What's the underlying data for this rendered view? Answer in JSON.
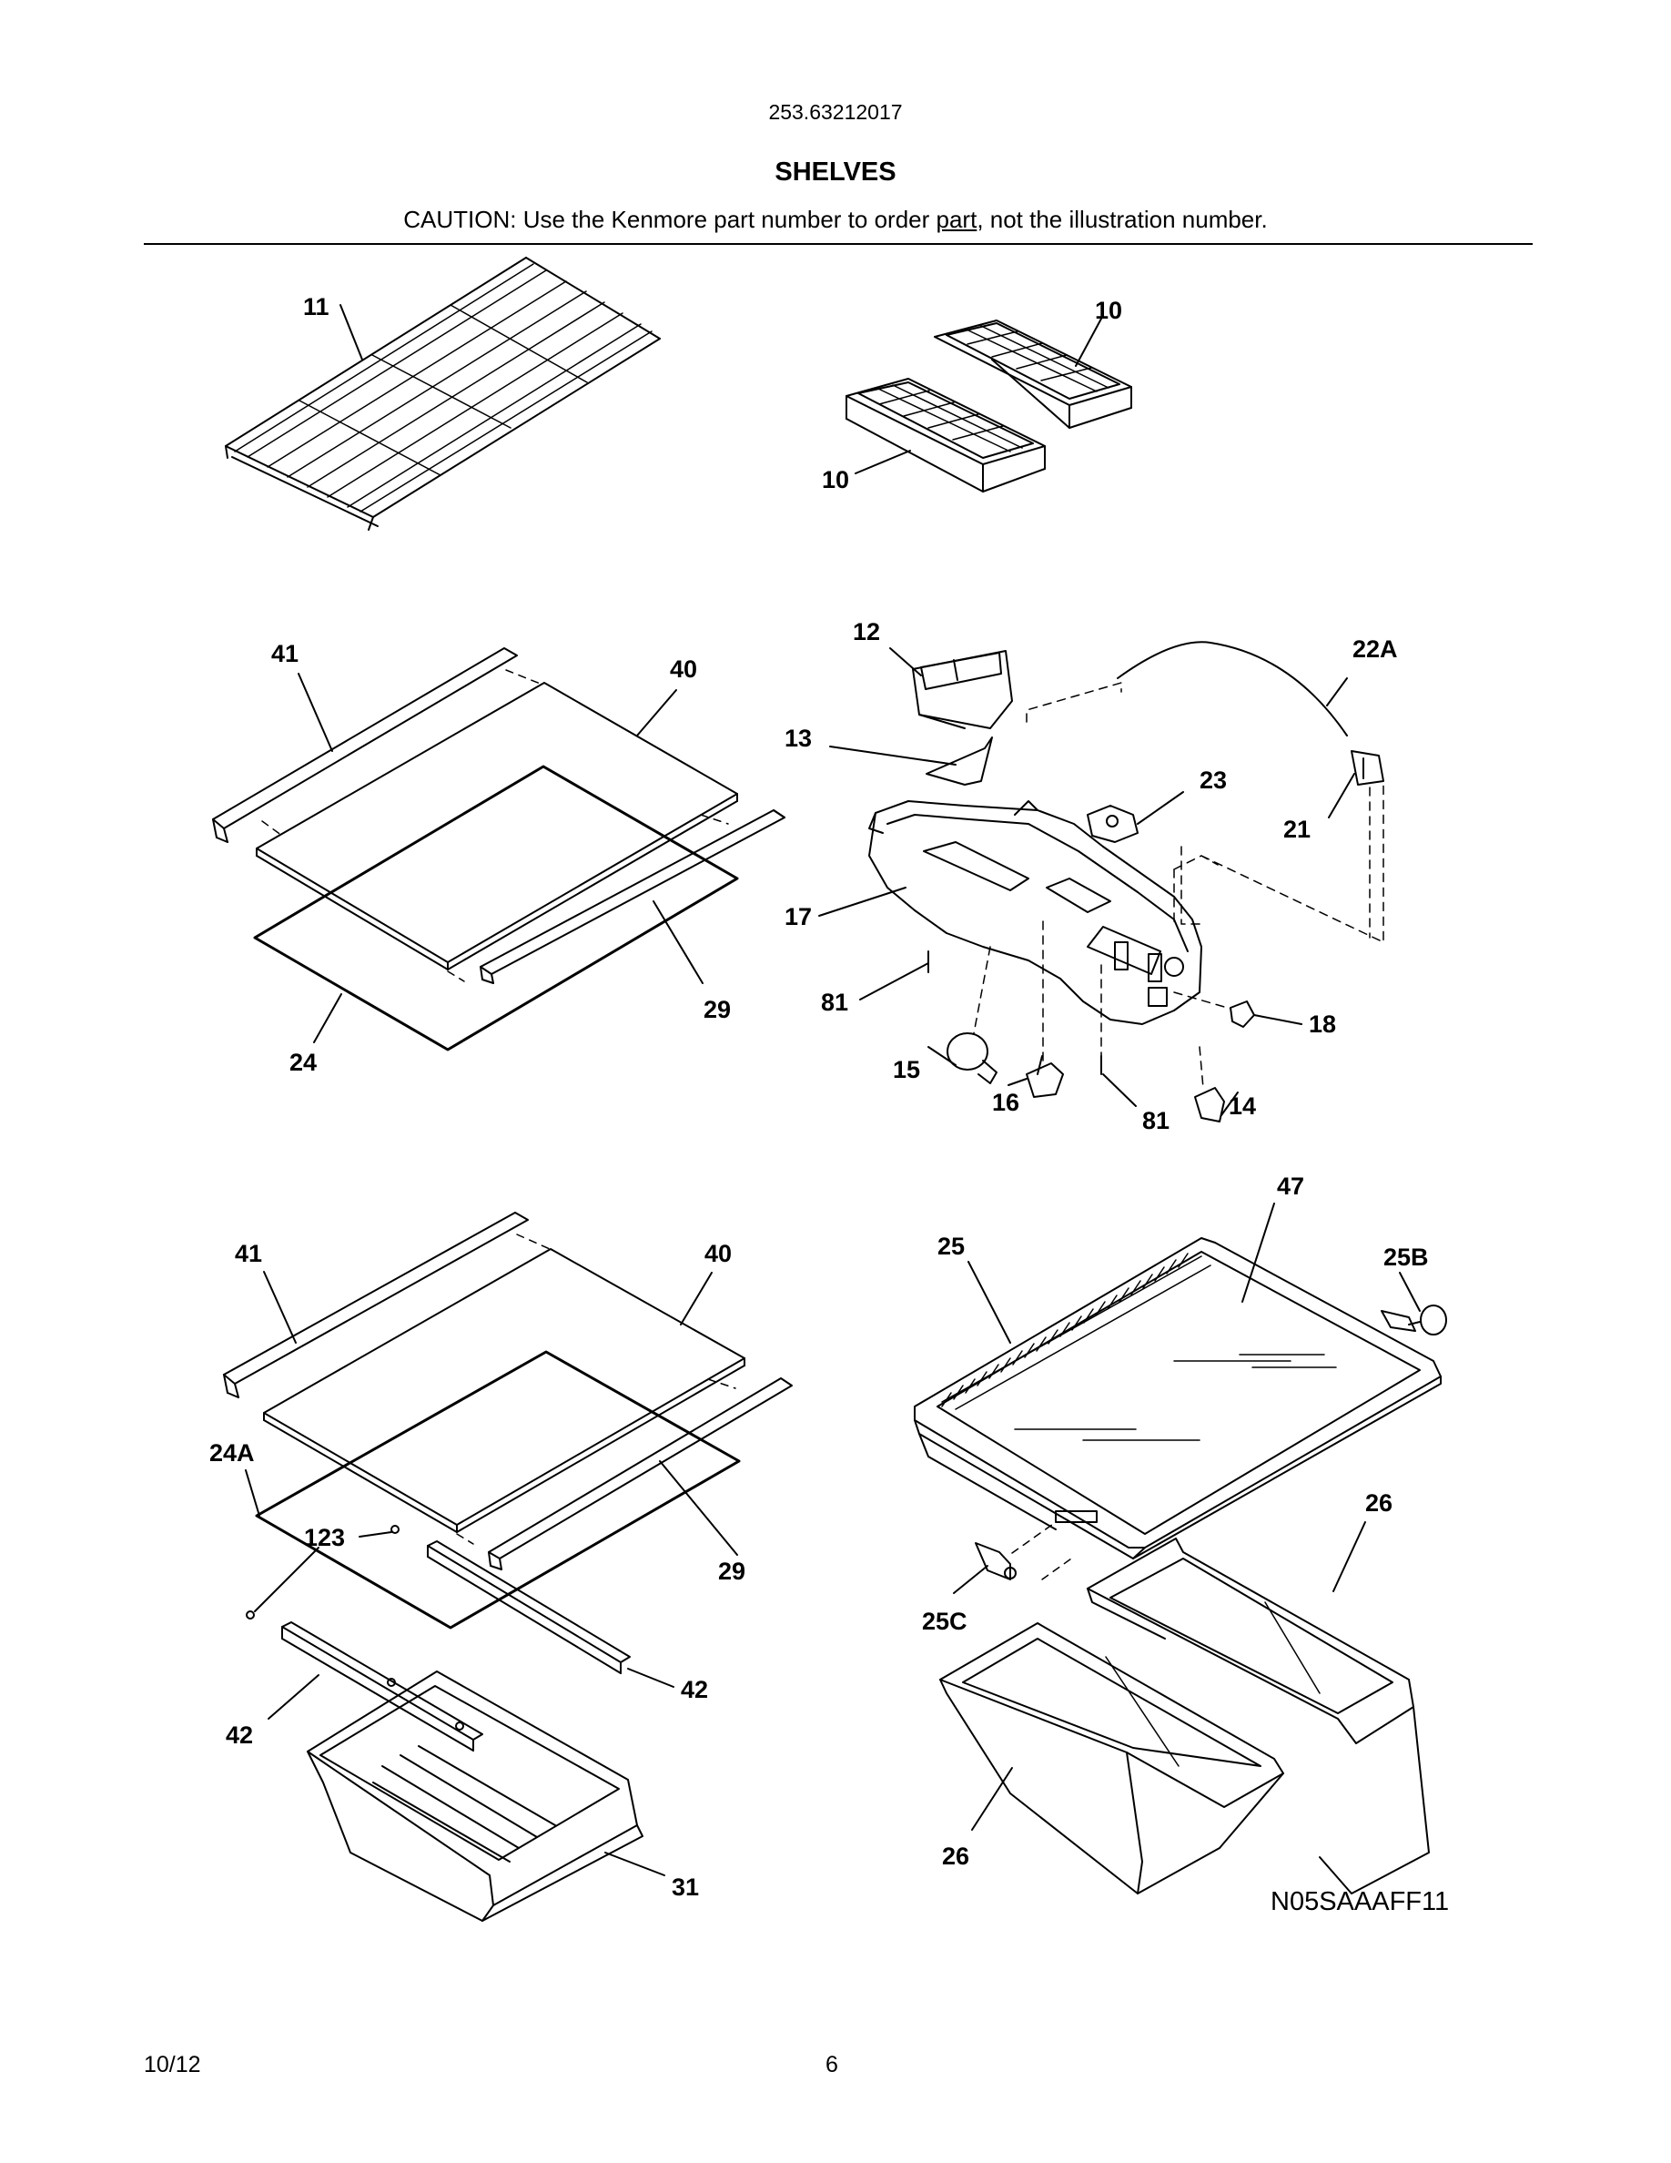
{
  "header": {
    "model_number": "253.63212017",
    "title": "SHELVES",
    "caution_before": "CAUTION: Use the Kenmore part number to order ",
    "caution_underlined": "part",
    "caution_after": ", not the illustration number."
  },
  "callouts": {
    "c11": "11",
    "c10a": "10",
    "c10b": "10",
    "c41a": "41",
    "c40a": "40",
    "c29a": "29",
    "c24": "24",
    "c12": "12",
    "c22a": "22A",
    "c13": "13",
    "c23": "23",
    "c21": "21",
    "c17": "17",
    "c81a": "81",
    "c18": "18",
    "c15": "15",
    "c16": "16",
    "c81b": "81",
    "c14": "14",
    "c41b": "41",
    "c40b": "40",
    "c24a": "24A",
    "c123": "123",
    "c29b": "29",
    "c42a": "42",
    "c42b": "42",
    "c31": "31",
    "c47": "47",
    "c25": "25",
    "c25b": "25B",
    "c26a": "26",
    "c25c": "25C",
    "c26b": "26"
  },
  "diagram_code": "N05SAAAFF11",
  "footer": {
    "date": "10/12",
    "page": "6"
  }
}
